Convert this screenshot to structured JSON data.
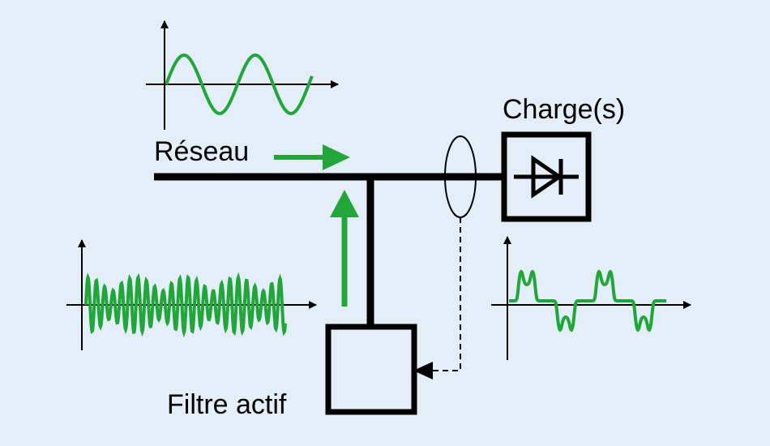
{
  "labels": {
    "network": "Réseau",
    "load": "Charge(s)",
    "active_filter": "Filtre actif"
  },
  "colors": {
    "background": "#e3eef9",
    "wave": "#22a63a",
    "arrow": "#22a63a",
    "line": "#000000"
  },
  "waveforms": {
    "network_voltage": "sine",
    "filter_current": "compensation",
    "load_current": "distorted"
  }
}
